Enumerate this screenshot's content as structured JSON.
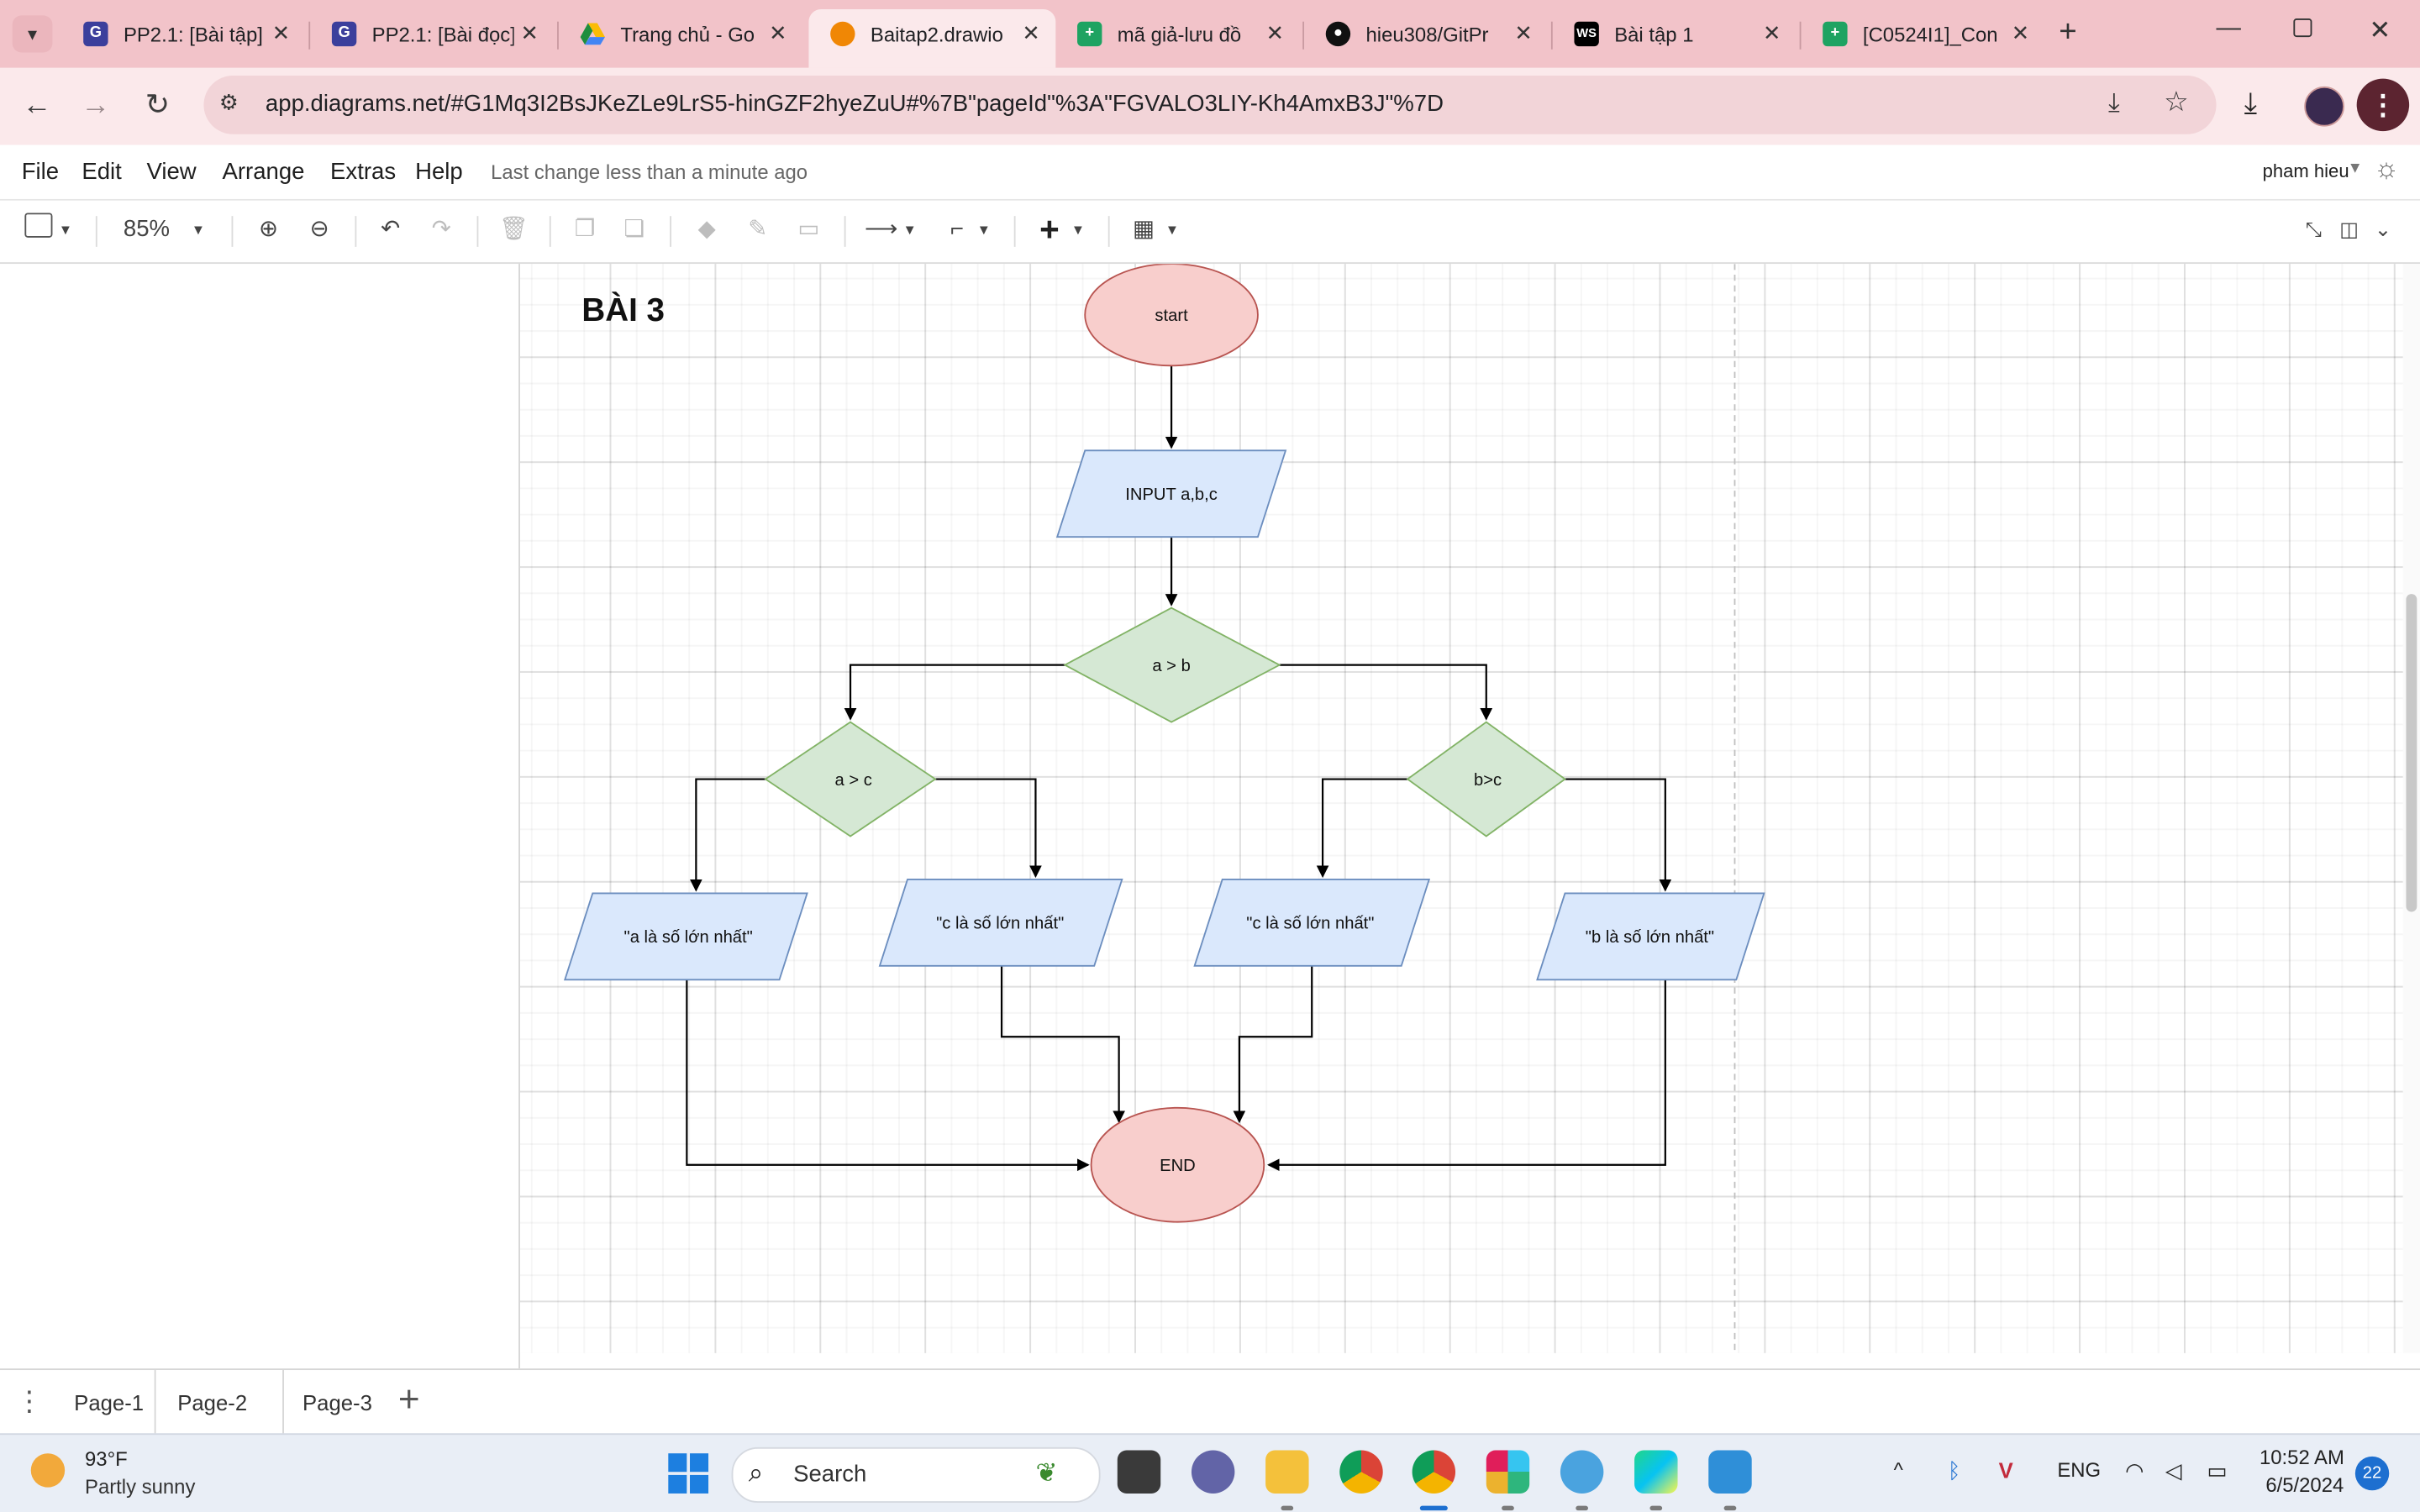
{
  "browser": {
    "tabs": [
      {
        "title": "PP2.1: [Bài tập]",
        "icon": "g-square-icon",
        "color": "#3b3f9c",
        "active": false
      },
      {
        "title": "PP2.1: [Bài đọc]",
        "icon": "g-square-icon",
        "color": "#3b3f9c",
        "active": false
      },
      {
        "title": "Trang chủ - Go",
        "icon": "google-drive-icon",
        "color": "#1e8e3e",
        "active": false
      },
      {
        "title": "Baitap2.drawio",
        "icon": "drawio-icon",
        "color": "#f08705",
        "active": true
      },
      {
        "title": "mã giả-lưu đồ",
        "icon": "sheets-plus-icon",
        "color": "#1ea362",
        "active": false
      },
      {
        "title": "hieu308/GitPr",
        "icon": "github-icon",
        "color": "#111111",
        "active": false
      },
      {
        "title": "Bài tập 1",
        "icon": "webstorm-icon",
        "color": "#000000",
        "active": false
      },
      {
        "title": "[C0524I1]_Con",
        "icon": "sheets-plus-icon",
        "color": "#1ea362",
        "active": false
      }
    ],
    "url": "app.diagrams.net/#G1Mq3I2BsJKeZLe9LrS5-hinGZF2hyeZuU#%7B\"pageId\"%3A\"FGVALO3LIY-Kh4AmxB3J\"%7D"
  },
  "app": {
    "menu": [
      "File",
      "Edit",
      "View",
      "Arrange",
      "Extras",
      "Help"
    ],
    "last_change": "Last change less than a minute ago",
    "user": "pham hieu",
    "zoom": "85%"
  },
  "diagram": {
    "heading": "BÀI 3",
    "start": "start",
    "input": "INPUT a,b,c",
    "cond_ab": "a > b",
    "cond_ac": "a > c",
    "cond_bc": "b>c",
    "out_a": "\"a là số lớn  nhất\"",
    "out_c1": "\"c là số lớn nhất\"",
    "out_c2": "\"c là số lớn nhất\"",
    "out_b": "\"b là số lớn nhất\"",
    "end": "END",
    "colors": {
      "terminal_fill": "#f8cecc",
      "terminal_stroke": "#b85450",
      "io_fill": "#dae8fc",
      "io_stroke": "#6c8ebf",
      "decision_fill": "#d5e8d4",
      "decision_stroke": "#82b366"
    }
  },
  "pages": {
    "items": [
      "Page-1",
      "Page-2",
      "Page-3"
    ],
    "active": "Page-2"
  },
  "taskbar": {
    "weather_temp": "93°F",
    "weather_desc": "Partly sunny",
    "search": "Search",
    "lang": "ENG",
    "time": "10:52 AM",
    "date": "6/5/2024",
    "notifications": "22"
  }
}
